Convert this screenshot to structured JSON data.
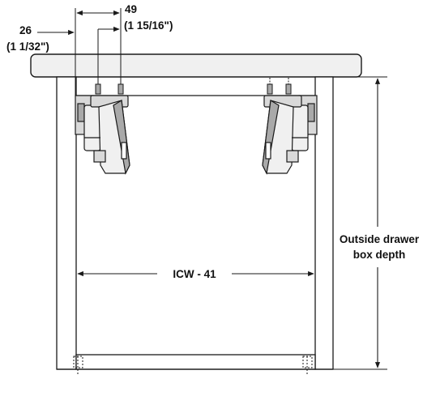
{
  "dimensions": {
    "offset_mm": "26",
    "offset_in": "(1 1/32\")",
    "spacing_mm": "49",
    "spacing_in": "(1 15/16\")",
    "width_formula": "ICW - 41",
    "depth_line1": "Outside drawer",
    "depth_line2": "box depth"
  },
  "colors": {
    "line": "#1a1a1a",
    "fill_light": "#f0f0f0",
    "fill_mid": "#d9d9d9",
    "fill_dark": "#a9a9a9"
  }
}
